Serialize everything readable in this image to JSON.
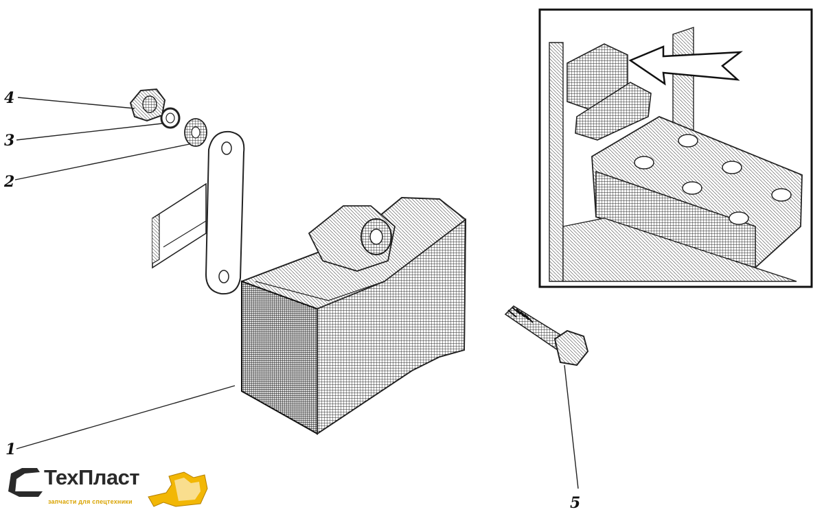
{
  "callouts": [
    {
      "id": "1",
      "label": "1"
    },
    {
      "id": "2",
      "label": "2"
    },
    {
      "id": "3",
      "label": "3"
    },
    {
      "id": "4",
      "label": "4"
    },
    {
      "id": "5",
      "label": "5"
    }
  ],
  "logo": {
    "part1": "Тех",
    "part2": "Пласт",
    "tagline": "запчасти для спецтехники",
    "accent_color": "#f2b705",
    "dark_color": "#2a2a2a"
  },
  "inset": {
    "icon": "arrow-left-icon"
  }
}
